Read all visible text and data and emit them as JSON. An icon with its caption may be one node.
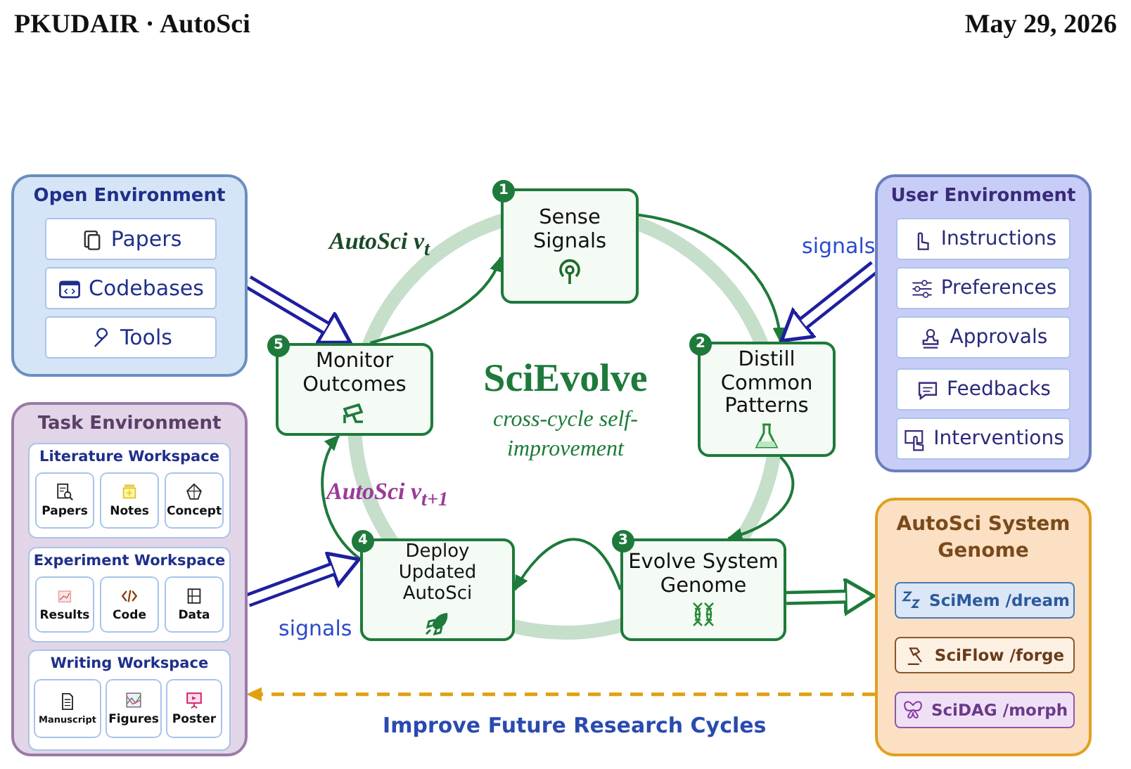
{
  "diagram": {
    "title": "PKUDAIR · AutoSci",
    "nodes": [
      {
        "text": [
          "Open Environment"
        ]
      },
      {
        "text": [
          "Papers"
        ],
        "in": 0
      },
      {
        "text": [
          "Codebases"
        ],
        "in": 0
      },
      {
        "text": [
          "Tools"
        ],
        "in": 0
      },
      {
        "text": [
          "Task Environment"
        ]
      },
      {
        "text": [
          "Literature Workspace"
        ],
        "in": 4
      },
      {
        "text": [
          "Papers"
        ],
        "in": 5
      },
      {
        "text": [
          "Notes"
        ],
        "in": 5
      },
      {
        "text": [
          "Concept"
        ],
        "in": 5
      },
      {
        "text": [
          "Experiment Workspace"
        ],
        "in": 4
      },
      {
        "text": [
          "Results"
        ],
        "in": 9
      },
      {
        "text": [
          "Code"
        ],
        "in": 9
      },
      {
        "text": [
          "Data"
        ],
        "in": 9
      },
      {
        "text": [
          "Writing Workspace"
        ],
        "in": 4
      },
      {
        "text": [
          "Manuscript"
        ],
        "in": 13
      },
      {
        "text": [
          "Figures"
        ],
        "in": 13
      },
      {
        "text": [
          "Poster"
        ],
        "in": 13
      },
      {
        "text": [
          "1",
          "Sense Signals"
        ]
      },
      {
        "text": [
          "2",
          "Distill Common Patterns"
        ]
      },
      {
        "text": [
          "3",
          "Evolve System Genome"
        ]
      },
      {
        "text": [
          "4",
          "Deploy Updated AutoSci"
        ]
      },
      {
        "text": [
          "5",
          "Monitor Outcomes"
        ]
      },
      {
        "text": [
          "User Environment"
        ]
      },
      {
        "text": [
          "Instructions"
        ],
        "in": 22
      },
      {
        "text": [
          "Preferences"
        ],
        "in": 22
      },
      {
        "text": [
          "Approvals"
        ],
        "in": 22
      },
      {
        "text": [
          "Feedbacks"
        ],
        "in": 22
      },
      {
        "text": [
          "Interventions"
        ],
        "in": 22
      },
      {
        "text": [
          "AutoSci System Genome"
        ]
      },
      {
        "text": [
          "SciMem /dream"
        ],
        "in": 28
      },
      {
        "text": [
          "SciFlow /forge"
        ],
        "in": 28
      },
      {
        "text": [
          "SciDAG /morph"
        ],
        "in": 28
      }
    ],
    "edges": [
      {
        "from": 17,
        "to": 18,
        "arrow": "to"
      },
      {
        "from": 18,
        "to": 19,
        "arrow": "to"
      },
      {
        "from": 19,
        "to": 20,
        "arrow": "to"
      },
      {
        "from": 20,
        "to": 21,
        "arrow": "to"
      },
      {
        "from": 21,
        "to": 17,
        "arrow": "to"
      },
      {
        "from": 0,
        "to": 21,
        "arrow": "to",
        "style": "thick",
        "color": "#1f1f9e"
      },
      {
        "from": 22,
        "to": 18,
        "arrow": "to",
        "style": "thick",
        "color": "#1f1f9e",
        "label": "signals"
      },
      {
        "from": 4,
        "to": 20,
        "arrow": "to",
        "style": "thick",
        "color": "#1f1f9e",
        "label": "signals"
      },
      {
        "from": 19,
        "to": 28,
        "arrow": "to",
        "style": "thick"
      },
      {
        "from": 28,
        "to": 4,
        "arrow": "to",
        "style": "dashed",
        "color": "#e0a010",
        "label": "Improve Future Research Cycles"
      }
    ],
    "labels": [
      "May 29, 2026",
      "AutoSci v$_{t}$",
      "SciEvolve",
      "cross-cycle self-improvement",
      "AutoSci v$_{t+1}$"
    ]
  }
}
